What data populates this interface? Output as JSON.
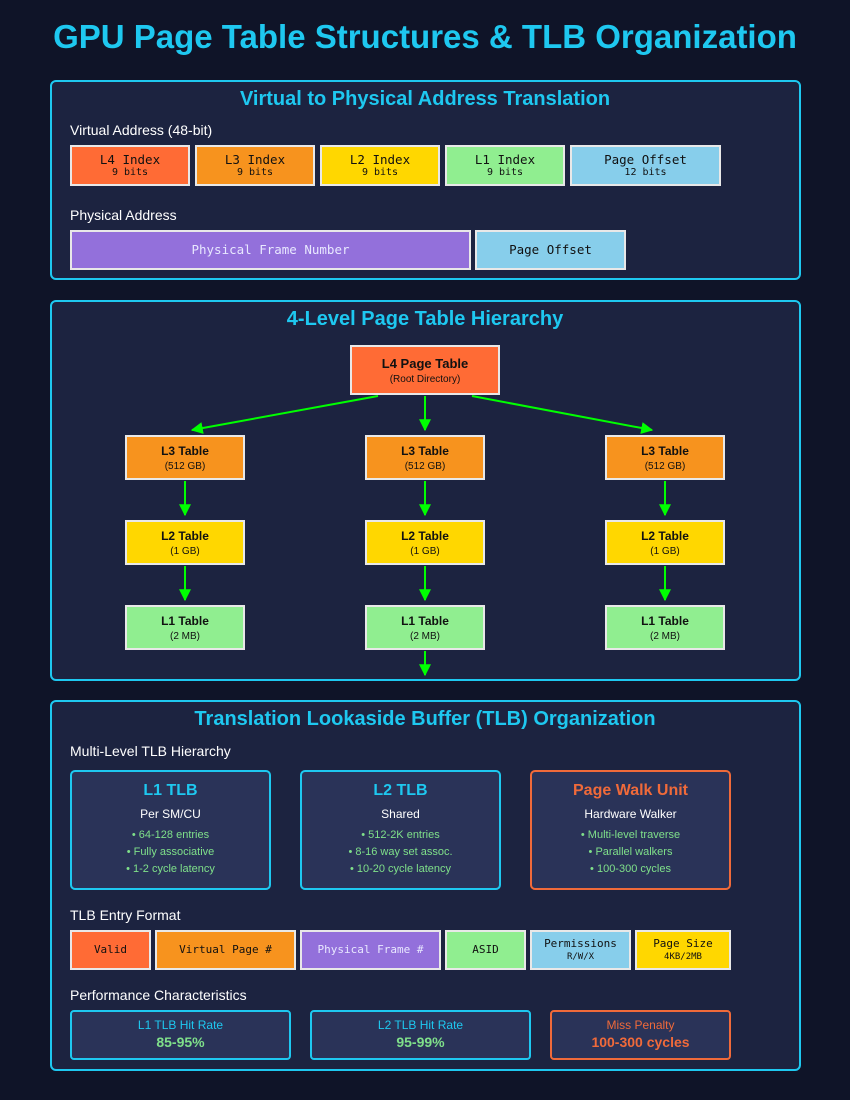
{
  "title": "GPU Page Table Structures & TLB Organization",
  "translation": {
    "title": "Virtual to Physical Address Translation",
    "virtual_label": "Virtual Address (48-bit)",
    "virtual_fields": [
      {
        "name": "L4 Index",
        "bits": "9 bits",
        "color": "#ff6b35"
      },
      {
        "name": "L3 Index",
        "bits": "9 bits",
        "color": "#f7931e"
      },
      {
        "name": "L2 Index",
        "bits": "9 bits",
        "color": "#ffd700"
      },
      {
        "name": "L1 Index",
        "bits": "9 bits",
        "color": "#90ee90"
      },
      {
        "name": "Page Offset",
        "bits": "12 bits",
        "color": "#87ceeb"
      }
    ],
    "physical_label": "Physical Address",
    "physical_fields": [
      {
        "name": "Physical Frame Number",
        "color": "#9370db"
      },
      {
        "name": "Page Offset",
        "color": "#87ceeb"
      }
    ]
  },
  "hierarchy": {
    "title": "4-Level Page Table Hierarchy",
    "root": {
      "name": "L4 Page Table",
      "sub": "(Root Directory)",
      "color": "#ff6b35"
    },
    "columns": [
      [
        {
          "name": "L3 Table",
          "sub": "(512 GB)",
          "color": "#f7931e"
        },
        {
          "name": "L2 Table",
          "sub": "(1 GB)",
          "color": "#ffd700"
        },
        {
          "name": "L1 Table",
          "sub": "(2 MB)",
          "color": "#90ee90"
        }
      ],
      [
        {
          "name": "L3 Table",
          "sub": "(512 GB)",
          "color": "#f7931e"
        },
        {
          "name": "L2 Table",
          "sub": "(1 GB)",
          "color": "#ffd700"
        },
        {
          "name": "L1 Table",
          "sub": "(2 MB)",
          "color": "#90ee90"
        }
      ],
      [
        {
          "name": "L3 Table",
          "sub": "(512 GB)",
          "color": "#f7931e"
        },
        {
          "name": "L2 Table",
          "sub": "(1 GB)",
          "color": "#ffd700"
        },
        {
          "name": "L1 Table",
          "sub": "(2 MB)",
          "color": "#90ee90"
        }
      ]
    ],
    "arrow_color": "#00ff00"
  },
  "tlb": {
    "title": "Translation Lookaside Buffer (TLB) Organization",
    "hierarchy_label": "Multi-Level TLB Hierarchy",
    "cards": [
      {
        "title": "L1 TLB",
        "sub": "Per SM/CU",
        "features": [
          "• 64-128 entries",
          "• Fully associative",
          "• 1-2 cycle latency"
        ]
      },
      {
        "title": "L2 TLB",
        "sub": "Shared",
        "features": [
          "• 512-2K entries",
          "• 8-16 way set assoc.",
          "• 10-20 cycle latency"
        ]
      },
      {
        "title": "Page Walk Unit",
        "sub": "Hardware Walker",
        "features": [
          "• Multi-level traverse",
          "• Parallel walkers",
          "• 100-300 cycles"
        ]
      }
    ],
    "entry_label": "TLB Entry Format",
    "entry_fields": [
      {
        "name": "Valid",
        "sub": "",
        "color": "#ff6b35"
      },
      {
        "name": "Virtual Page #",
        "sub": "",
        "color": "#f7931e"
      },
      {
        "name": "Physical Frame #",
        "sub": "",
        "color": "#9370db"
      },
      {
        "name": "ASID",
        "sub": "",
        "color": "#90ee90"
      },
      {
        "name": "Permissions",
        "sub": "R/W/X",
        "color": "#87ceeb"
      },
      {
        "name": "Page Size",
        "sub": "4KB/2MB",
        "color": "#ffd700"
      }
    ],
    "perf_label": "Performance Characteristics",
    "perf": [
      {
        "label": "L1 TLB Hit Rate",
        "value": "85-95%"
      },
      {
        "label": "L2 TLB Hit Rate",
        "value": "95-99%"
      },
      {
        "label": "Miss Penalty",
        "value": "100-300 cycles"
      }
    ]
  },
  "colors": {
    "accent": "#1ec8f0",
    "warning": "#f06a3a",
    "feature_text": "#7fe08a",
    "background": "#0f1428",
    "panel": "#1c2340"
  }
}
